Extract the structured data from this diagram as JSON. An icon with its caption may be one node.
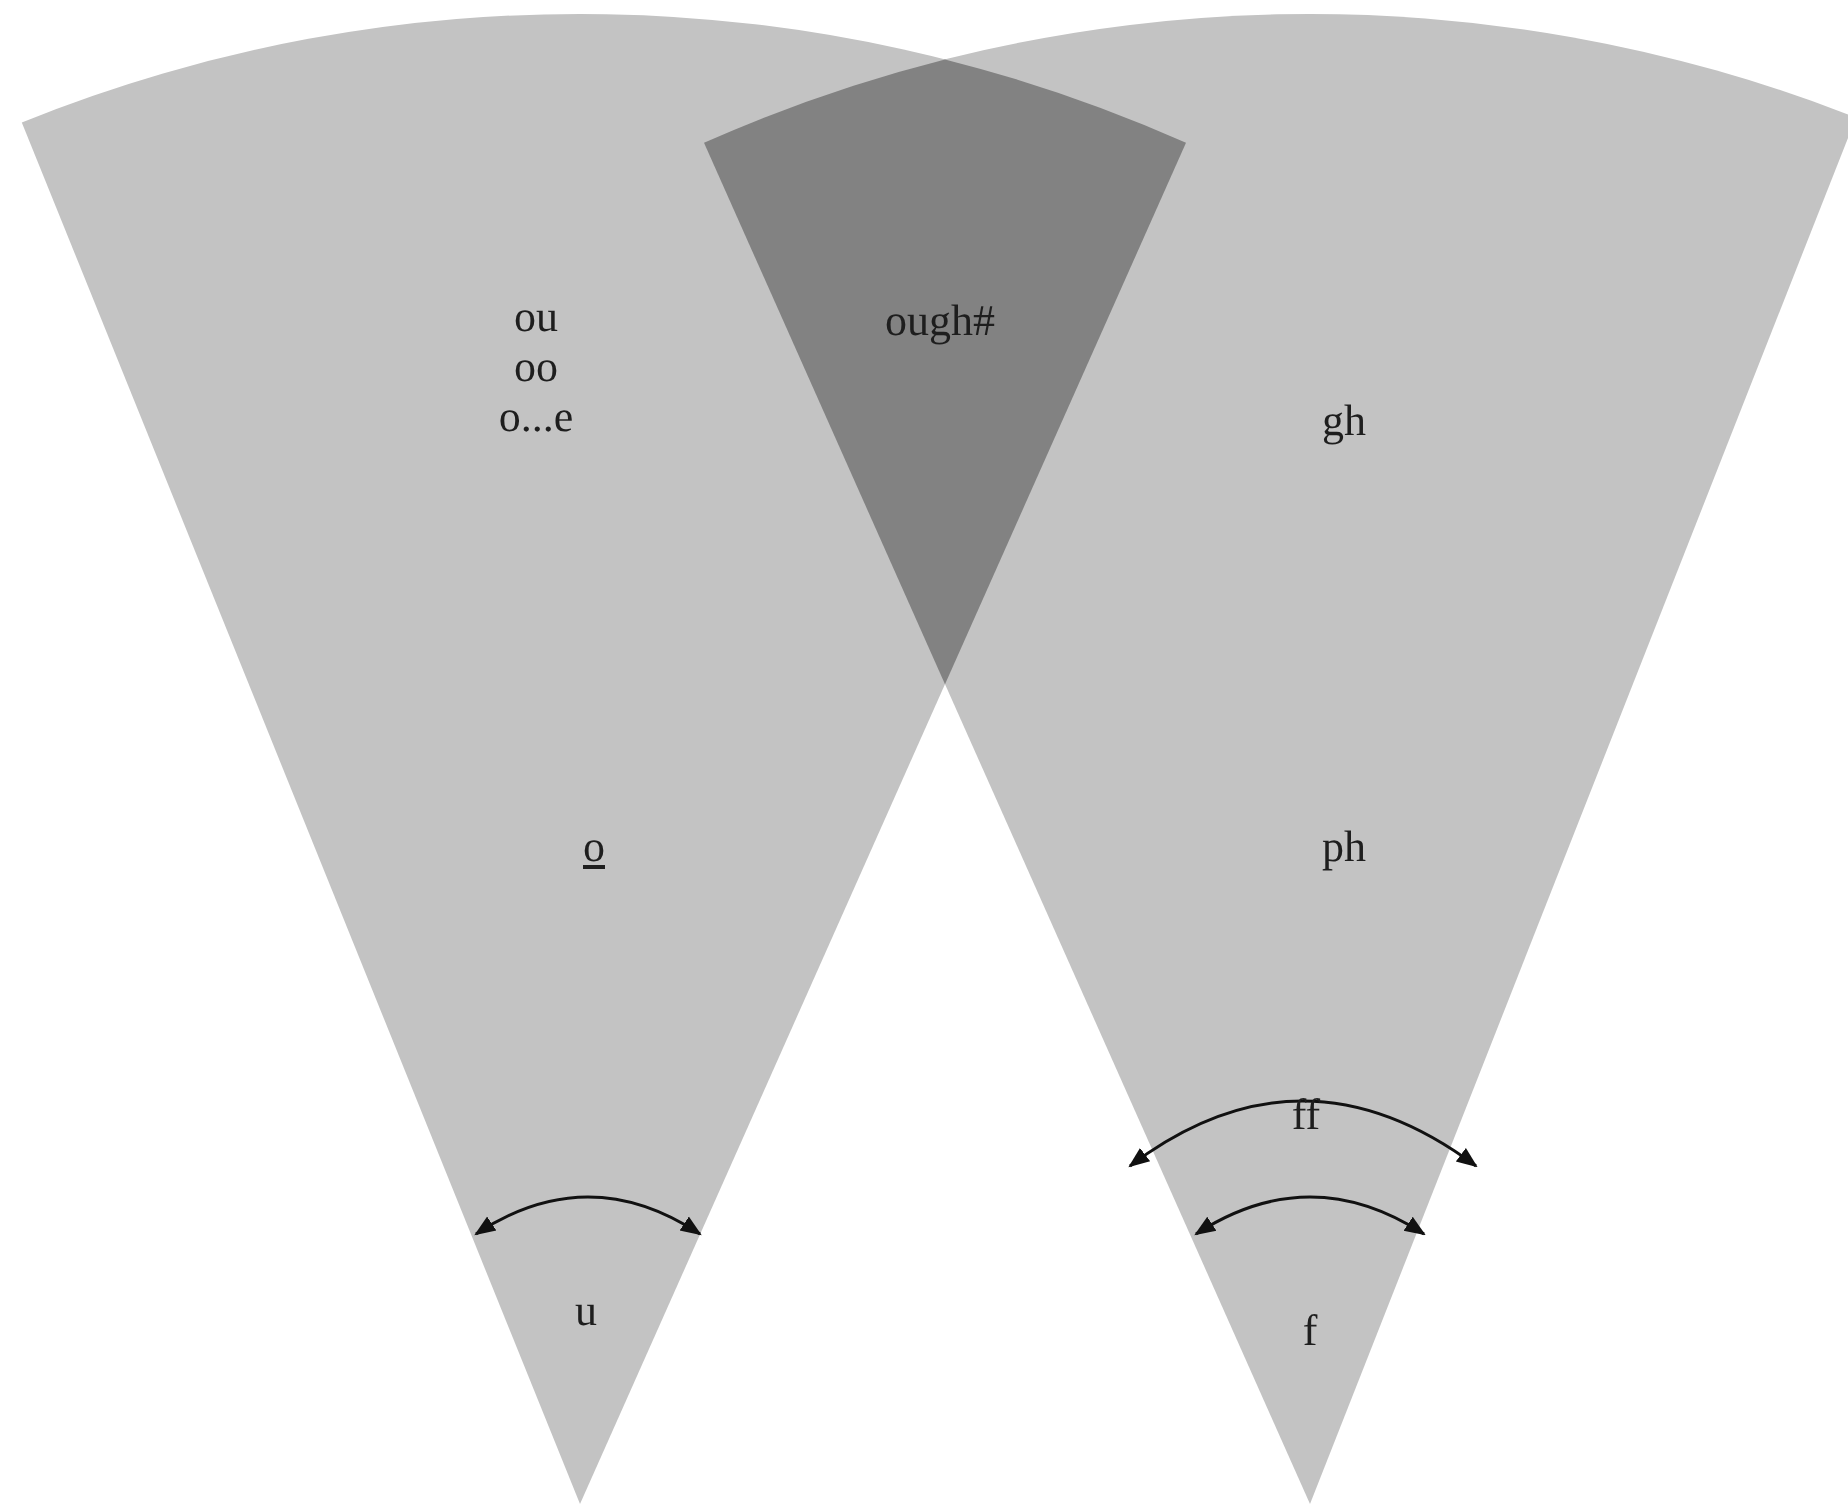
{
  "diagram": {
    "nodes": [
      {
        "text": [
          "ou oo o...e",
          "o",
          "u"
        ]
      },
      {
        "text": [
          "ough#"
        ]
      },
      {
        "text": [
          "gh",
          "ph",
          "ff",
          "f"
        ]
      }
    ]
  }
}
